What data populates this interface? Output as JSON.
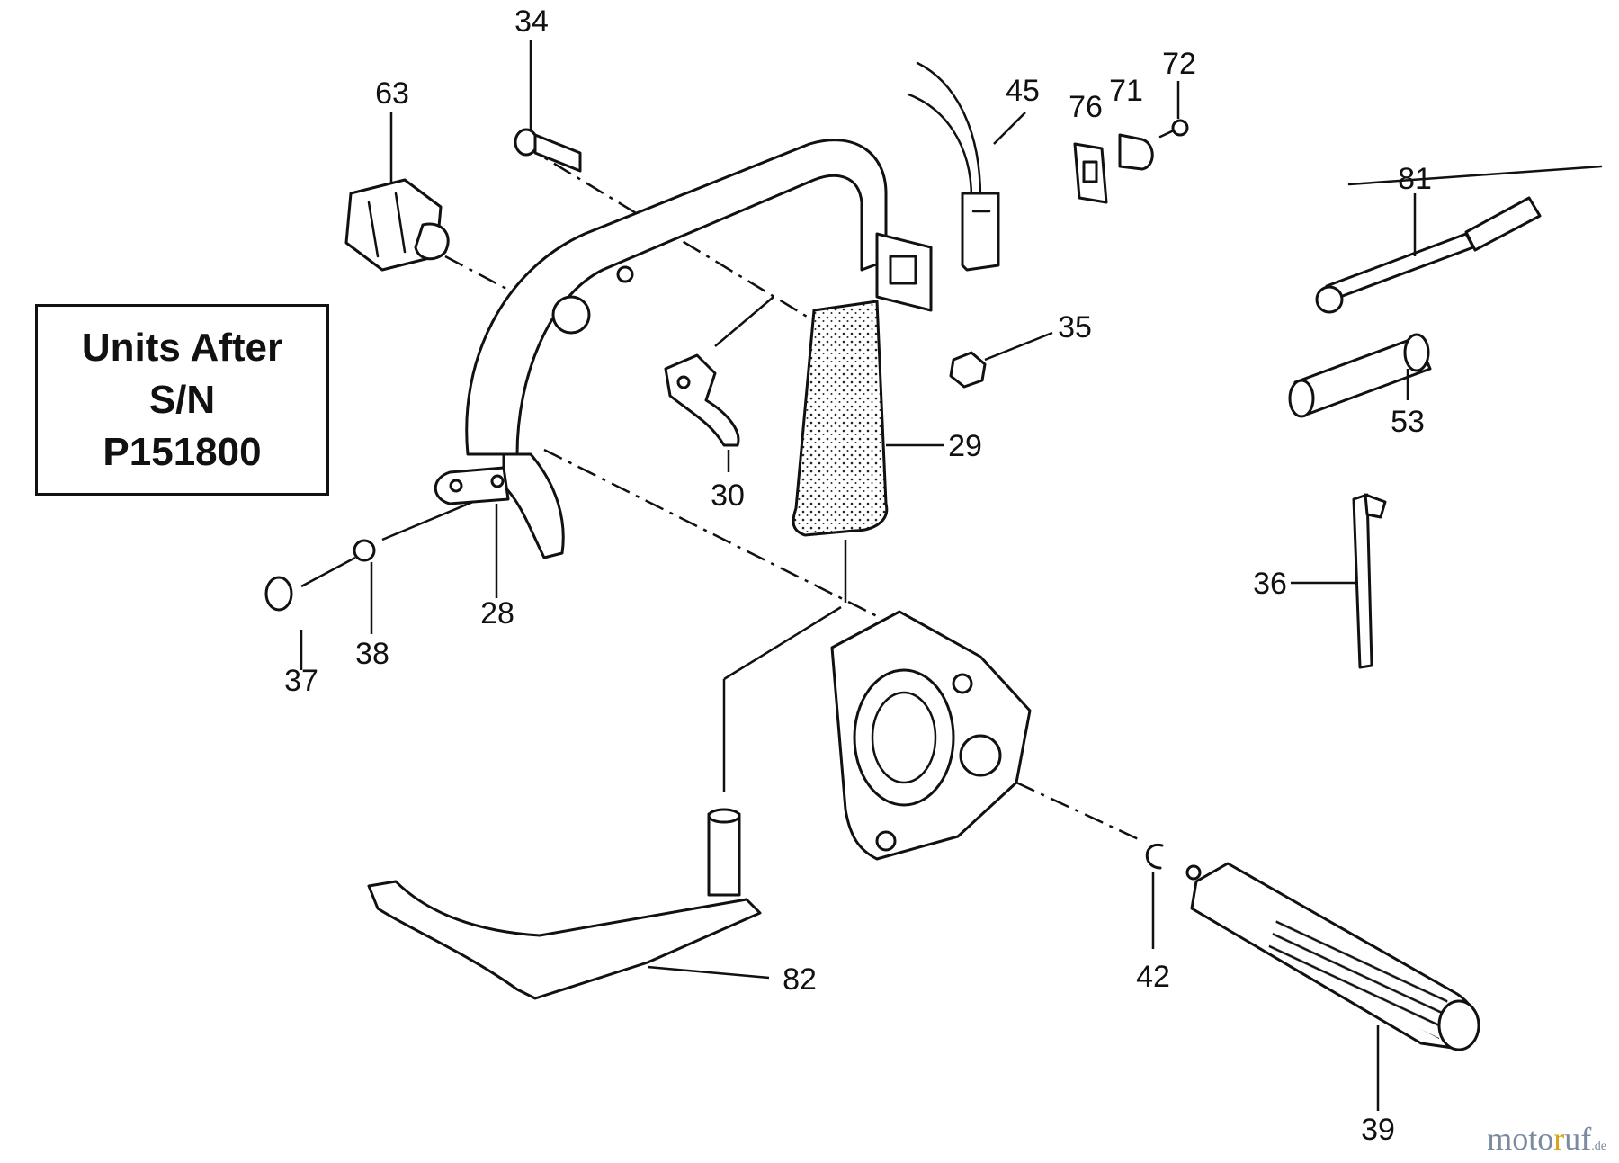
{
  "note": {
    "lines": [
      "Units After",
      "S/N",
      "P151800"
    ]
  },
  "callouts": {
    "n28": "28",
    "n29": "29",
    "n30": "30",
    "n34": "34",
    "n35": "35",
    "n36": "36",
    "n37": "37",
    "n38": "38",
    "n39": "39",
    "n42": "42",
    "n45": "45",
    "n53": "53",
    "n63": "63",
    "n71": "71",
    "n72": "72",
    "n76": "76",
    "n81": "81",
    "n82": "82"
  },
  "watermark": {
    "brand_a": "moto",
    "brand_o": "r",
    "brand_b": "uf",
    "tld": ".de"
  }
}
